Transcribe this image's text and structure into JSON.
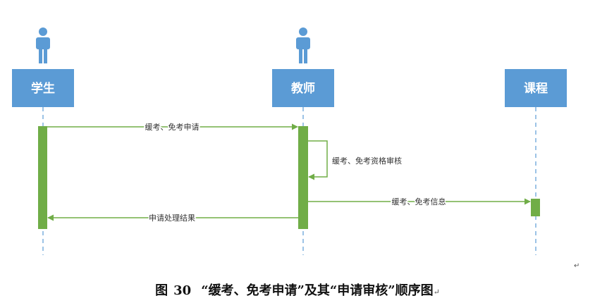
{
  "colors": {
    "participant_fill": "#5b9bd5",
    "participant_text": "#ffffff",
    "actor_icon": "#5b9bd5",
    "lifeline": "#5b9bd5",
    "activation": "#70ad47",
    "message_arrow": "#70ad47",
    "message_text": "#333333"
  },
  "participants": [
    {
      "label": "学生",
      "has_actor_icon": true
    },
    {
      "label": "教师",
      "has_actor_icon": true
    },
    {
      "label": "课程",
      "has_actor_icon": false
    }
  ],
  "messages": [
    {
      "label": "缓考、免考申请",
      "from": 0,
      "to": 1,
      "kind": "sync"
    },
    {
      "label": "缓考、免考资格审核",
      "from": 1,
      "to": 1,
      "kind": "self"
    },
    {
      "label": "缓考、免考信息",
      "from": 1,
      "to": 2,
      "kind": "sync"
    },
    {
      "label": "申请处理结果",
      "from": 1,
      "to": 0,
      "kind": "reply"
    }
  ],
  "caption": {
    "prefix": "图",
    "number": "30",
    "text": "“缓考、免考申请”及其“申请审核”顺序图"
  }
}
